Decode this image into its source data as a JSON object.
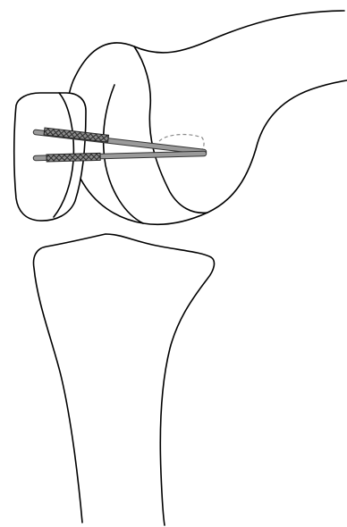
{
  "figure": {
    "description_labels": [],
    "colors": {
      "outline": "#000000",
      "bone_fill": "#ffffff",
      "graft_fill": "#9a9a9a",
      "graft_stroke": "#333333",
      "tunnel_dash": "#8a8a8a"
    },
    "parts": [
      "femur",
      "patella",
      "tibia",
      "upper-graft",
      "lower-graft",
      "femoral-tunnel"
    ]
  }
}
